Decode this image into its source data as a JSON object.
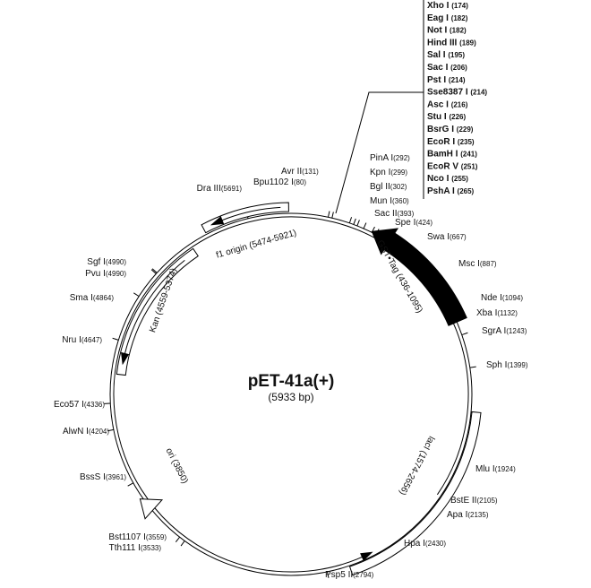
{
  "plasmid": {
    "name": "pET-41a(+)",
    "size_label": "(5933 bp)"
  },
  "features": {
    "f1": {
      "label": "f1 origin (5474-5921)"
    },
    "kan": {
      "label": "Kan (4559-5374)"
    },
    "gst": {
      "label": "GST•Tag (436-1095)"
    },
    "laci": {
      "label": "lacI (1574-2656)"
    },
    "ori": {
      "label": "ori (3850)"
    }
  },
  "mcs_sites": [
    {
      "name": "Xho I",
      "pos": "(174)"
    },
    {
      "name": "Eag I",
      "pos": "(182)"
    },
    {
      "name": "Not I",
      "pos": "(182)"
    },
    {
      "name": "Hind III",
      "pos": "(189)"
    },
    {
      "name": "Sal I",
      "pos": "(195)"
    },
    {
      "name": "Sac I",
      "pos": "(206)"
    },
    {
      "name": "Pst I",
      "pos": "(214)"
    },
    {
      "name": "Sse8387 I",
      "pos": "(214)"
    },
    {
      "name": "Asc I",
      "pos": "(216)"
    },
    {
      "name": "Stu I",
      "pos": "(226)"
    },
    {
      "name": "BsrG I",
      "pos": "(229)"
    },
    {
      "name": "EcoR I",
      "pos": "(235)"
    },
    {
      "name": "BamH I",
      "pos": "(241)"
    },
    {
      "name": "EcoR V",
      "pos": "(251)"
    },
    {
      "name": "Nco I",
      "pos": "(255)"
    },
    {
      "name": "PshA I",
      "pos": "(265)"
    }
  ],
  "sites": [
    {
      "name": "Avr II",
      "pos": "(131)"
    },
    {
      "name": "Bpu1102 I",
      "pos": "(80)"
    },
    {
      "name": "PinA I",
      "pos": "(292)"
    },
    {
      "name": "Kpn I",
      "pos": "(299)"
    },
    {
      "name": "Bgl II",
      "pos": "(302)"
    },
    {
      "name": "Mun I",
      "pos": "(360)"
    },
    {
      "name": "Sac II",
      "pos": "(393)"
    },
    {
      "name": "Spe I",
      "pos": "(424)"
    },
    {
      "name": "Swa I",
      "pos": "(667)"
    },
    {
      "name": "Msc I",
      "pos": "(887)"
    },
    {
      "name": "Nde I",
      "pos": "(1094)"
    },
    {
      "name": "Xba I",
      "pos": "(1132)"
    },
    {
      "name": "SgrA I",
      "pos": "(1243)"
    },
    {
      "name": "Sph I",
      "pos": "(1399)"
    },
    {
      "name": "Mlu I",
      "pos": "(1924)"
    },
    {
      "name": "BstE II",
      "pos": "(2105)"
    },
    {
      "name": "Apa I",
      "pos": "(2135)"
    },
    {
      "name": "Hpa I",
      "pos": "(2430)"
    },
    {
      "name": "Psp5 II",
      "pos": "(2794)"
    },
    {
      "name": "Bst1107 I",
      "pos": "(3559)"
    },
    {
      "name": "Tth111 I",
      "pos": "(3533)"
    },
    {
      "name": "BssS I",
      "pos": "(3961)"
    },
    {
      "name": "AlwN I",
      "pos": "(4204)"
    },
    {
      "name": "Eco57 I",
      "pos": "(4336)"
    },
    {
      "name": "Nru I",
      "pos": "(4647)"
    },
    {
      "name": "Sma I",
      "pos": "(4864)"
    },
    {
      "name": "Pvu I",
      "pos": "(4990)"
    },
    {
      "name": "Sgf I",
      "pos": "(4990)"
    },
    {
      "name": "Dra III",
      "pos": "(5691)"
    }
  ]
}
